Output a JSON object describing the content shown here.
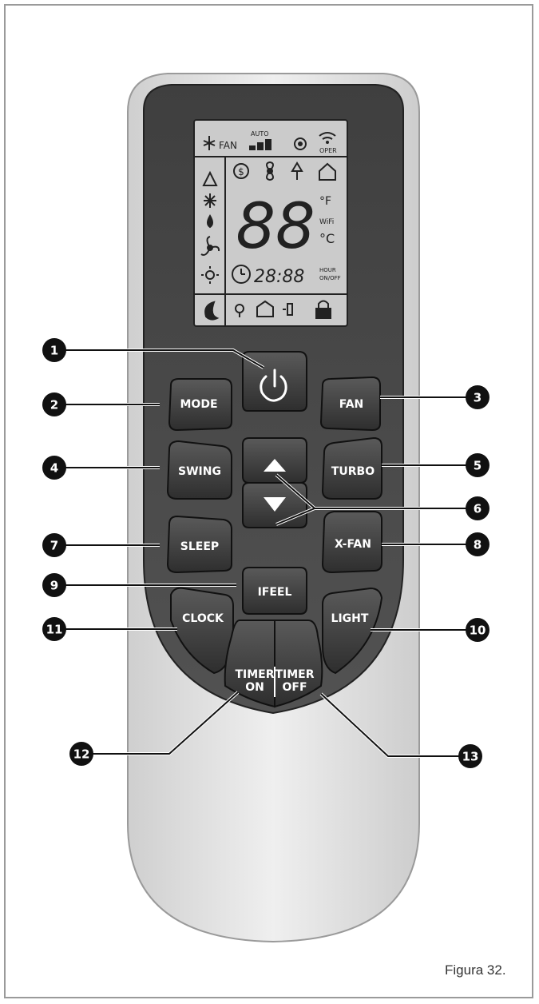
{
  "figure": {
    "caption": "Figura 32."
  },
  "display": {
    "mode_fan": "FAN",
    "fan_auto": "AUTO",
    "wifi_state": "OPER",
    "temp_digits": "88",
    "unit_f": "°F",
    "unit_wifi": "WiFi",
    "unit_c": "°C",
    "clock_digits": "28:88",
    "clock_hour": "HOUR",
    "clock_on_off": "ON/OFF"
  },
  "buttons": {
    "mode": "MODE",
    "fan": "FAN",
    "swing": "SWING",
    "turbo": "TURBO",
    "sleep": "SLEEP",
    "xfan": "X-FAN",
    "ifeel": "IFEEL",
    "clock": "CLOCK",
    "light": "LIGHT",
    "timer_on_1": "TIMER",
    "timer_on_2": "ON",
    "timer_off_1": "TIMER",
    "timer_off_2": "OFF"
  },
  "callouts": {
    "c1": "1",
    "c2": "2",
    "c3": "3",
    "c4": "4",
    "c5": "5",
    "c6": "6",
    "c7": "7",
    "c8": "8",
    "c9": "9",
    "c10": "10",
    "c11": "11",
    "c12": "12",
    "c13": "13"
  },
  "colors": {
    "remote_body": "#e3e3e3",
    "remote_face": "#4a4a4a",
    "button": "#3a3a3a",
    "lcd": "#c9c9c9",
    "callout": "#111111"
  }
}
